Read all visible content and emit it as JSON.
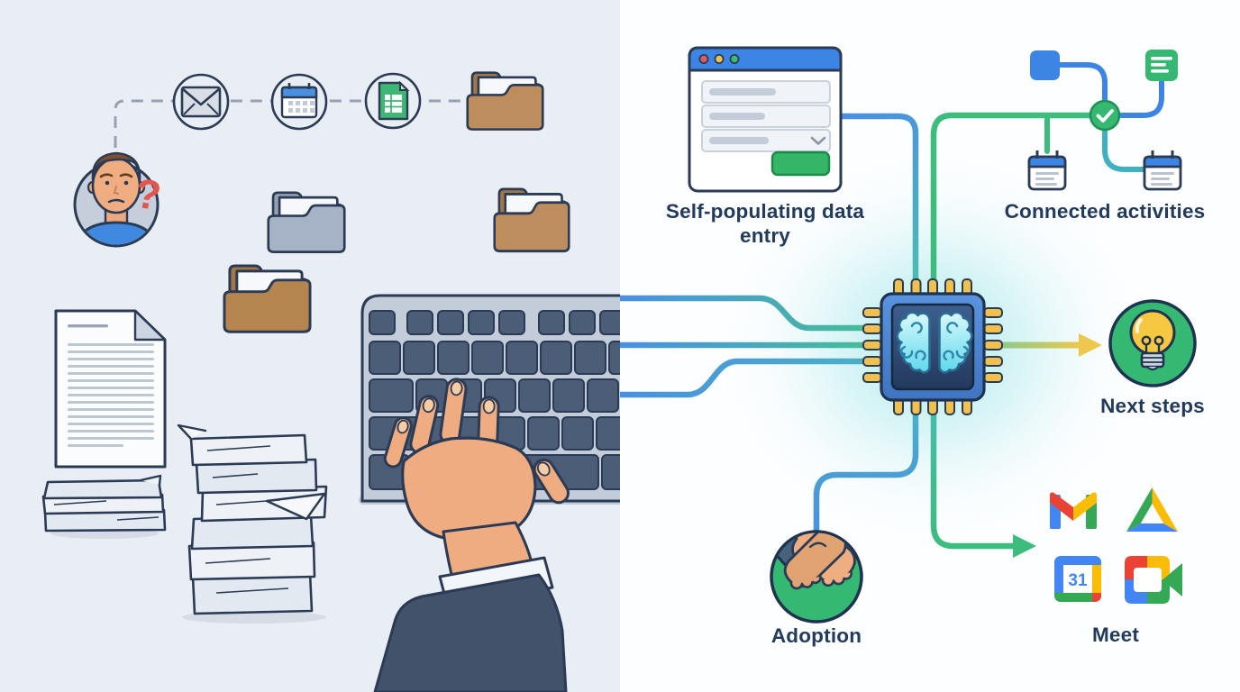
{
  "colors": {
    "left_background": "#e9edf4",
    "right_background": "#fdfeff",
    "accent_blue": "#3d85e4",
    "accent_green": "#35b871",
    "accent_teal": "#42aec0",
    "accent_yellow": "#eec74f",
    "navy_outline": "#2b3b55",
    "text_navy": "#223a5c",
    "folder_brown": "#bd8d5e",
    "folder_gray": "#a6b3c6",
    "chip_frame_blue": "#4e8ad8",
    "brain_cyan": "#9feef7"
  },
  "left_panel": {
    "confused_user": {
      "question_mark": "?"
    },
    "workflow_icons": [
      "user-avatar",
      "email",
      "calendar",
      "spreadsheet",
      "folder"
    ],
    "objects": [
      "folders",
      "document",
      "paper-stacks",
      "keyboard",
      "typing-hand"
    ]
  },
  "right_panel": {
    "form_card_caption": "Self-populating data entry",
    "connected_activities_caption": "Connected activities",
    "next_steps_caption": "Next steps",
    "adoption_caption": "Adoption",
    "google_apps_caption": "Meet",
    "google_calendar_day": "31"
  }
}
